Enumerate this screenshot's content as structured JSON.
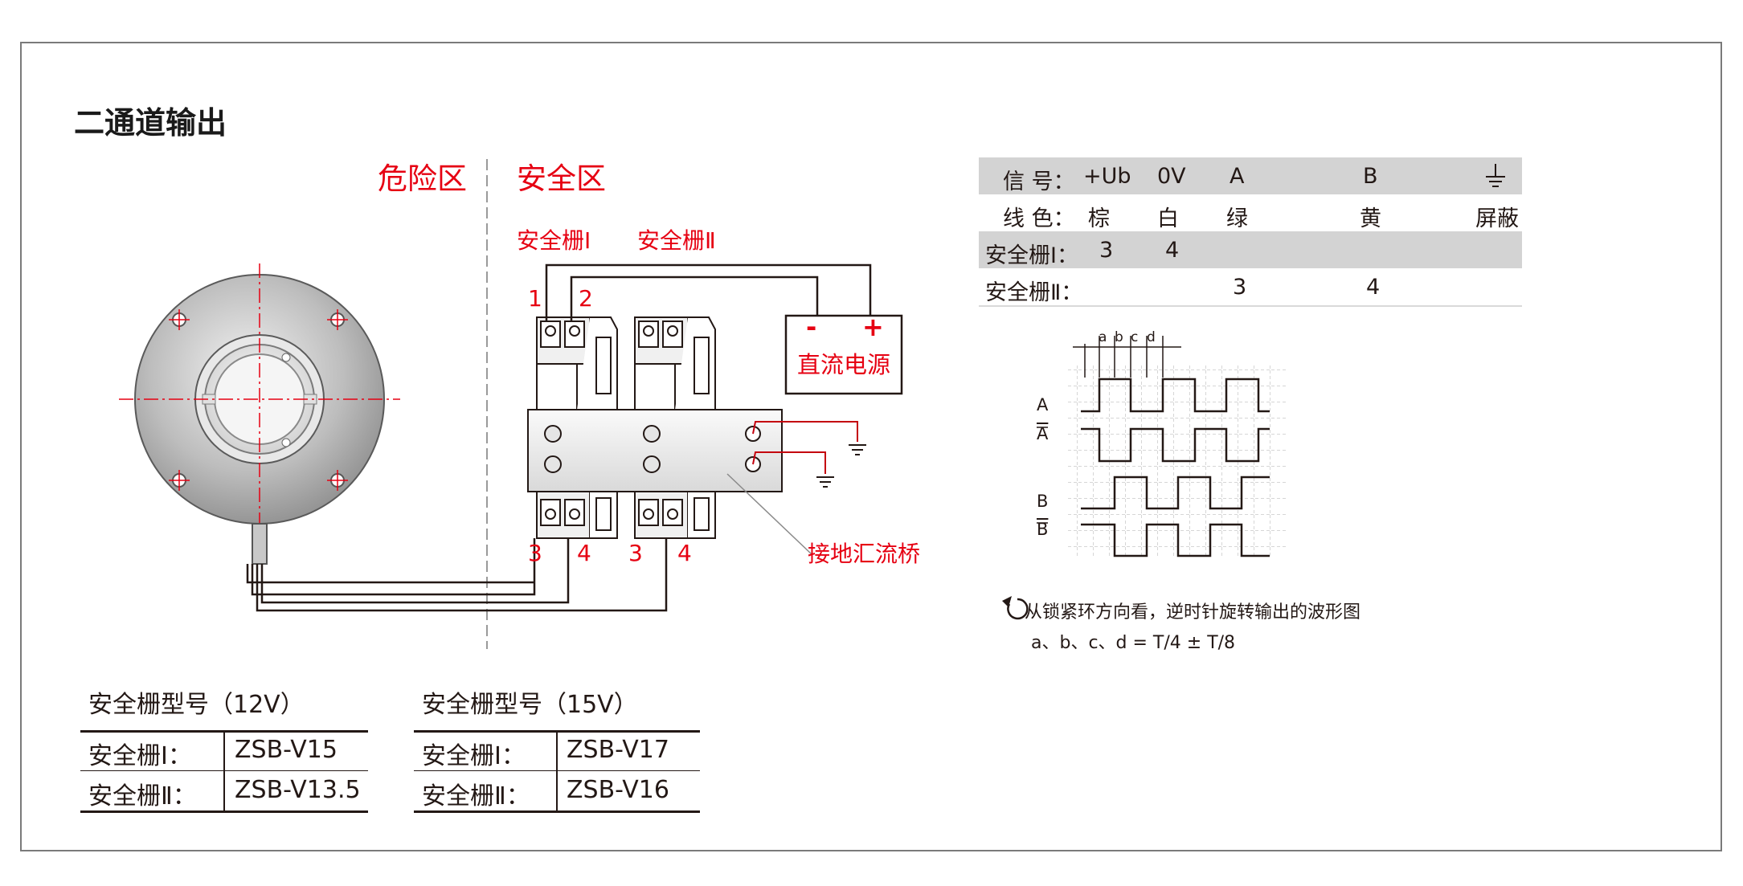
{
  "title": "二通道输出",
  "zones": {
    "danger": "危险区",
    "safe": "安全区"
  },
  "barriers": {
    "barrier1": "安全栅Ⅰ",
    "barrier2": "安全栅Ⅱ"
  },
  "terminals": {
    "t1": "1",
    "t2": "2",
    "t3a": "3",
    "t4a": "4",
    "t3b": "3",
    "t4b": "4"
  },
  "power": {
    "minus": "-",
    "plus": "+",
    "label": "直流电源"
  },
  "ground_bridge": "接地汇流桥",
  "signal_table": {
    "signal_label": "信 号：",
    "signals": [
      "+Ub",
      "0V",
      "A",
      "B"
    ],
    "color_label": "线 色：",
    "colors": [
      "棕",
      "白",
      "绿",
      "黄",
      "屏蔽"
    ],
    "barrier1_label": "安全栅Ⅰ：",
    "barrier1_values": [
      "3",
      "4"
    ],
    "barrier2_label": "安全栅Ⅱ：",
    "barrier2_values": [
      "3",
      "4"
    ]
  },
  "waveform": {
    "ticks": [
      "a",
      "b",
      "c",
      "d"
    ],
    "labels": [
      "A",
      "A",
      "B",
      "B"
    ],
    "caption": "从锁紧环方向看，逆时针旋转输出的波形图",
    "formula": "a、b、c、d = T/4 ± T/8"
  },
  "models_12v": {
    "caption": "安全栅型号（12V）",
    "rows": [
      {
        "name": "安全栅Ⅰ：",
        "model": "ZSB-V15"
      },
      {
        "name": "安全栅Ⅱ：",
        "model": "ZSB-V13.5"
      }
    ]
  },
  "models_15v": {
    "caption": "安全栅型号（15V）",
    "rows": [
      {
        "name": "安全栅Ⅰ：",
        "model": "ZSB-V17"
      },
      {
        "name": "安全栅Ⅱ：",
        "model": "ZSB-V16"
      }
    ]
  },
  "colors": {
    "accent_red": "#e60012",
    "text": "#231815",
    "table_gray": "#d3d3d3"
  }
}
